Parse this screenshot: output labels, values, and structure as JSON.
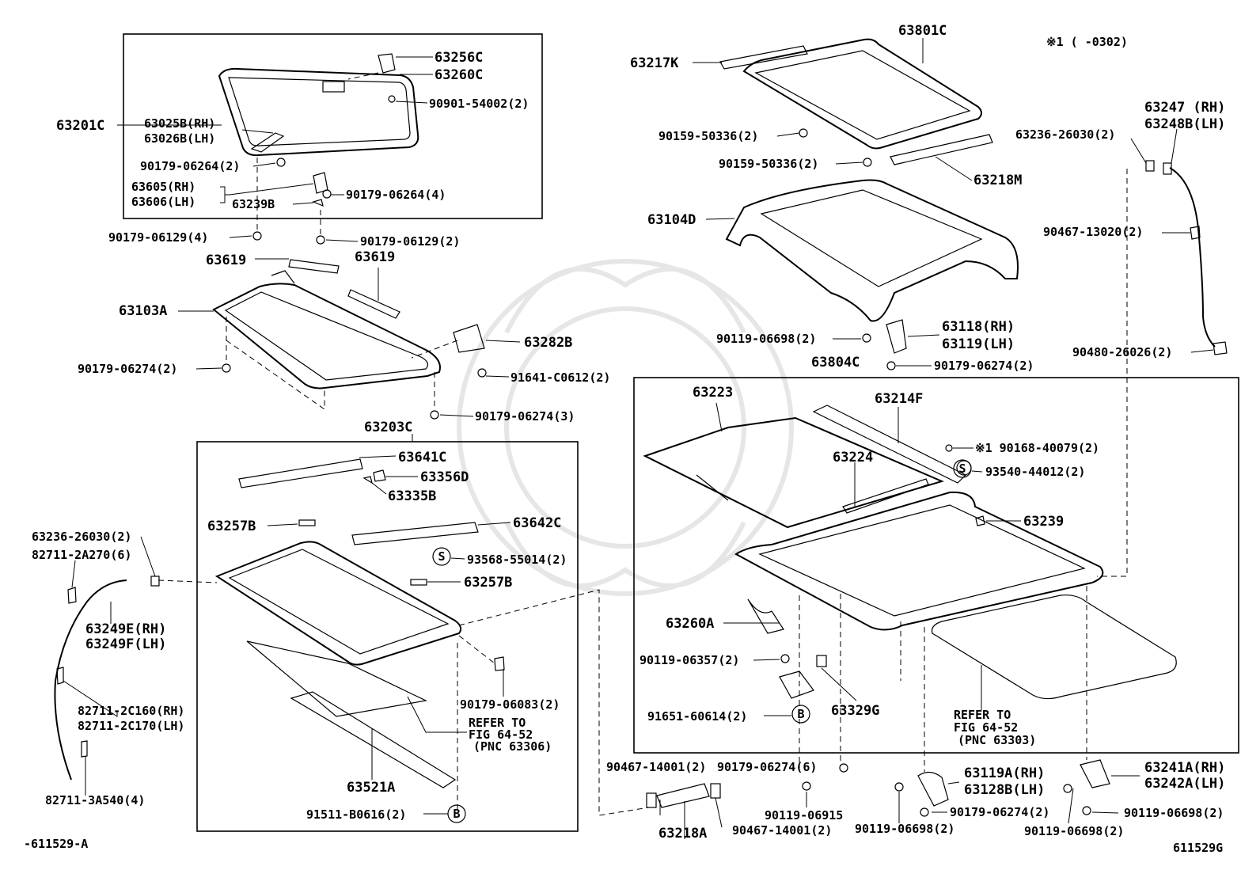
{
  "diagram": {
    "corner_labels": {
      "bottom_left": "-611529-A",
      "bottom_right": "611529G",
      "note": "※1 (     -0302)"
    },
    "parts": {
      "p63256C": "63256C",
      "p63260C": "63260C",
      "p90901_54002": "90901-54002(2)",
      "p63201C": "63201C",
      "p63025B": "63025B(RH)",
      "p63026B": "63026B(LH)",
      "p90179_06264a": "90179-06264(2)",
      "p63605": "63605(RH)",
      "p63606": "63606(LH)",
      "p63239B": "63239B",
      "p90179_06264b": "90179-06264(4)",
      "p90179_06129a": "90179-06129(4)",
      "p90179_06129b": "90179-06129(2)",
      "p63619a": "63619",
      "p63619b": "63619",
      "p63103A": "63103A",
      "p63282B": "63282B",
      "p90179_06274a": "90179-06274(2)",
      "p91641": "91641-C0612(2)",
      "p90179_06274b": "90179-06274(3)",
      "p63203C": "63203C",
      "p63641C": "63641C",
      "p63356D": "63356D",
      "p63335B": "63335B",
      "p63257Ba": "63257B",
      "p63642C": "63642C",
      "p93568": "93568-55014(2)",
      "p63257Bb": "63257B",
      "p63236_left": "63236-26030(2)",
      "p82711_2A270": "82711-2A270(6)",
      "p63249E": "63249E(RH)",
      "p63249F": "63249F(LH)",
      "p90179_06083": "90179-06083(2)",
      "p82711_2C160": "82711-2C160(RH)",
      "p82711_2C170": "82711-2C170(LH)",
      "p82711_3A540": "82711-3A540(4)",
      "p63521A": "63521A",
      "p91511": "91511-B0616(2)",
      "refer_left_1": "REFER TO",
      "refer_left_2": "FIG 64-52",
      "refer_left_3": "(PNC 63306)",
      "p63801C": "63801C",
      "p63217K": "63217K",
      "p90159_50336a": "90159-50336(2)",
      "p90159_50336b": "90159-50336(2)",
      "p63218M": "63218M",
      "p63104D": "63104D",
      "p90119_06698a": "90119-06698(2)",
      "p63118": "63118(RH)",
      "p63119": "63119(LH)",
      "p63804C": "63804C",
      "p90179_06274c": "90179-06274(2)",
      "p63247": "63247  (RH)",
      "p63248B": "63248B(LH)",
      "p63236_right": "63236-26030(2)",
      "p90467_13020": "90467-13020(2)",
      "p90480": "90480-26026(2)",
      "p63223": "63223",
      "p63214F": "63214F",
      "p90168": "※1 90168-40079(2)",
      "p93540": "93540-44012(2)",
      "p63224": "63224",
      "p63239": "63239",
      "p63260A": "63260A",
      "p90119_06357": "90119-06357(2)",
      "p91651": "91651-60614(2)",
      "p63329G": "63329G",
      "refer_right_1": "REFER TO",
      "refer_right_2": "FIG 64-52",
      "refer_right_3": "(PNC 63303)",
      "p90467_14001a": "90467-14001(2)",
      "p90179_06274d": "90179-06274(6)",
      "p90119_06915": "90119-06915",
      "p63218A": "63218A",
      "p90467_14001b": "90467-14001(2)",
      "p63119A": "63119A(RH)",
      "p63128B": "63128B(LH)",
      "p90119_06698b": "90119-06698(2)",
      "p90179_06274e": "90179-06274(2)",
      "p63241A": "63241A(RH)",
      "p63242A": "63242A(LH)",
      "p90119_06698c": "90119-06698(2)",
      "p90119_06698d": "90119-06698(2)"
    },
    "markers": {
      "S": "S",
      "B": "B"
    }
  }
}
